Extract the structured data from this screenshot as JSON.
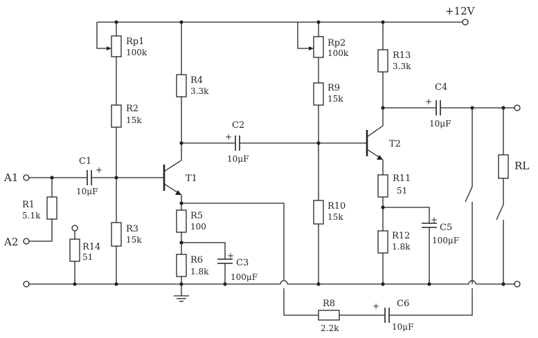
{
  "supply": {
    "label": "+12V"
  },
  "terminals": {
    "a1": "A1",
    "a2": "A2",
    "rl": "RL"
  },
  "transistors": {
    "t1": "T1",
    "t2": "T2"
  },
  "resistors": {
    "rp1": {
      "name": "Rp1",
      "value": "100k"
    },
    "r2": {
      "name": "R2",
      "value": "15k"
    },
    "r3": {
      "name": "R3",
      "value": "15k"
    },
    "r4": {
      "name": "R4",
      "value": "3.3k"
    },
    "r5": {
      "name": "R5",
      "value": "100"
    },
    "r6": {
      "name": "R6",
      "value": "1.8k"
    },
    "r1": {
      "name": "R1",
      "value": "5.1k"
    },
    "r14": {
      "name": "R14",
      "value": "51"
    },
    "rp2": {
      "name": "Rp2",
      "value": "100k"
    },
    "r9": {
      "name": "R9",
      "value": "15k"
    },
    "r10": {
      "name": "R10",
      "value": "15k"
    },
    "r13": {
      "name": "R13",
      "value": "3.3k"
    },
    "r11": {
      "name": "R11",
      "value": "51"
    },
    "r12": {
      "name": "R12",
      "value": "1.8k"
    },
    "r8": {
      "name": "R8",
      "value": "2.2k"
    }
  },
  "capacitors": {
    "c1": {
      "name": "C1",
      "value": "10μF"
    },
    "c2": {
      "name": "C2",
      "value": "10μF"
    },
    "c3": {
      "name": "C3",
      "value": "100μF"
    },
    "c4": {
      "name": "C4",
      "value": "10μF"
    },
    "c5": {
      "name": "C5",
      "value": "100μF"
    },
    "c6": {
      "name": "C6",
      "value": "10μF"
    }
  },
  "polarity": "+"
}
